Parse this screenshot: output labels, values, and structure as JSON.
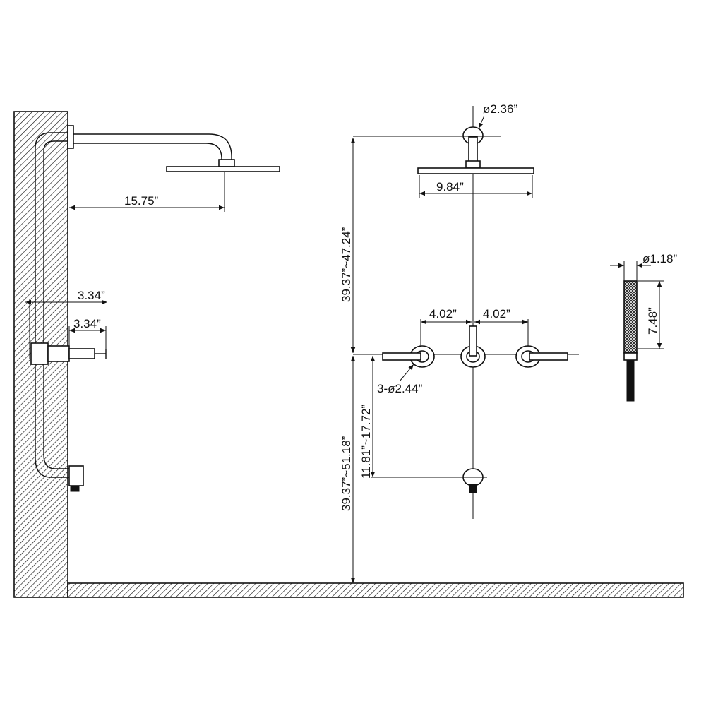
{
  "colors": {
    "line": "#111111",
    "background": "#ffffff"
  },
  "side_view": {
    "arm_reach": "15.75”",
    "upper_offset": "3.34”",
    "lower_offset": "3.34”"
  },
  "front_view": {
    "flange_diameter": "ø2.36”",
    "head_width": "9.84”",
    "head_height_range": "39.37”~47.24”",
    "handle_spacing_left": "4.02”",
    "handle_spacing_right": "4.02”",
    "handle_flange_diameter": "3-ø2.44”",
    "valve_height_range": "39.37”~51.18”",
    "outlet_drop_range": "11.81”~17.72”"
  },
  "hand_shower": {
    "diameter": "ø1.18”",
    "length": "7.48”"
  }
}
